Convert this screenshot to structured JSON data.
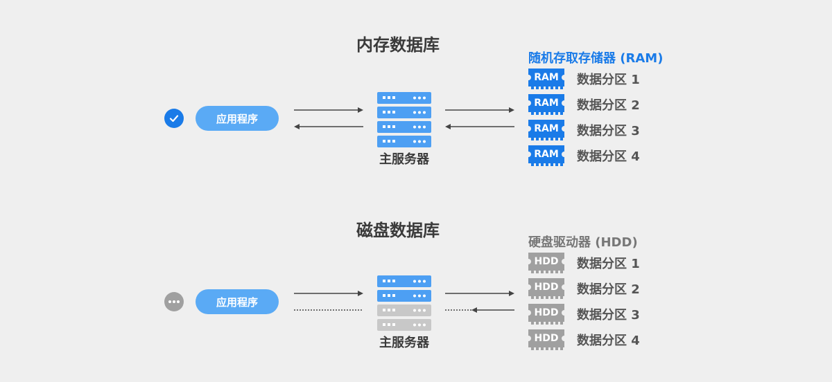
{
  "memory_db": {
    "title": "内存数据库",
    "app_label": "应用程序",
    "server_label": "主服务器",
    "storage_title": "随机存取存储器 (RAM)",
    "chip_label": "RAM",
    "partitions": [
      "数据分区 1",
      "数据分区 2",
      "数据分区 3",
      "数据分区 4"
    ],
    "status_icon": "check-icon"
  },
  "disk_db": {
    "title": "磁盘数据库",
    "app_label": "应用程序",
    "server_label": "主服务器",
    "storage_title": "硬盘驱动器 (HDD)",
    "chip_label": "HDD",
    "partitions": [
      "数据分区 1",
      "数据分区 2",
      "数据分区 3",
      "数据分区 4"
    ],
    "status_icon": "more-dots-icon"
  },
  "colors": {
    "background": "#efefef",
    "accent_blue": "#1a7be8",
    "pill_blue": "#5aaaf5",
    "server_blue": "#4d9ff3",
    "server_gray": "#c8c8c8",
    "hdd_gray": "#a0a0a0",
    "text_dark": "#3a3a3a"
  }
}
